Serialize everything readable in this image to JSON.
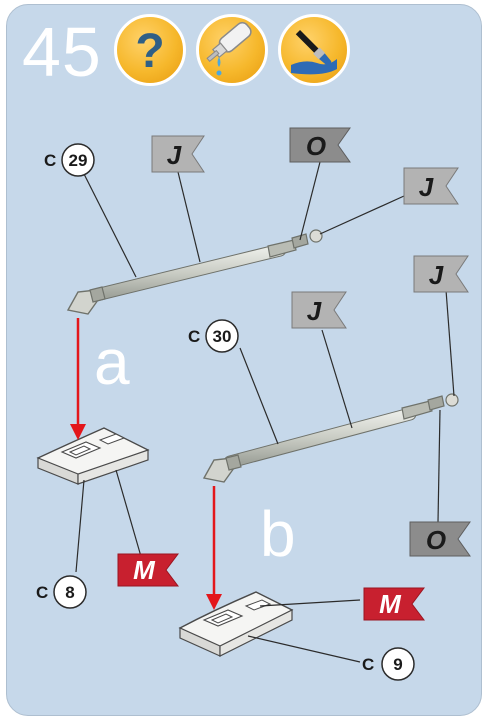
{
  "step": {
    "number": "45"
  },
  "icons": {
    "help": "question-icon",
    "glue": "glue-tube-icon",
    "paint": "paint-brush-icon"
  },
  "colors": {
    "panel": "#c6d8ea",
    "badge": "#f6b82c",
    "flag_gray": "#b3b3b3",
    "flag_dark": "#8c8c8c",
    "flag_red": "#c8202f",
    "arrow": "#e3161b"
  },
  "parts": {
    "c29": {
      "prefix": "C",
      "number": "29"
    },
    "c30": {
      "prefix": "C",
      "number": "30"
    },
    "c8": {
      "prefix": "C",
      "number": "8"
    },
    "c9": {
      "prefix": "C",
      "number": "9"
    }
  },
  "flags": {
    "j1": "J",
    "o1": "O",
    "j2": "J",
    "j3": "J",
    "j4": "J",
    "o2": "O",
    "m1": "M",
    "m2": "M"
  },
  "steps": {
    "a": "a",
    "b": "b"
  }
}
